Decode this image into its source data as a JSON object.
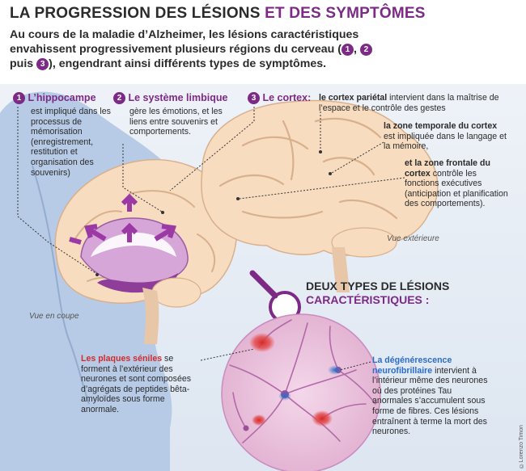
{
  "title": {
    "part1": "LA PROGRESSION DES LÉSIONS",
    "part2": "ET DES SYMPTÔMES"
  },
  "intro": {
    "before": "Au cours de la maladie d’Alzheimer, les lésions caractéristiques envahissent progressivement plusieurs régions du cerveau (",
    "n1": "1",
    "sep1": ", ",
    "n2": "2",
    "sep2": " puis ",
    "n3": "3",
    "after": "), engendrant ainsi différents types de symptômes."
  },
  "sections": {
    "hippocampe": {
      "num": "1",
      "title": "L’hippocampe",
      "text": "est impliqué dans les processus de mémorisation (enregistrement, restitution et organisation des souvenirs)"
    },
    "limbique": {
      "num": "2",
      "title": "Le système limbique",
      "text": "gère les émotions, et les liens entre souvenirs et comportements."
    },
    "cortex": {
      "num": "3",
      "title": "Le cortex:"
    }
  },
  "cortex_details": {
    "parietal_bold": "le cortex pariétal",
    "parietal_text": " intervient dans la maîtrise de l’espace et le contrôle des gestes",
    "temporal_bold": "la zone temporale du cortex",
    "temporal_text": " est impliquée dans le langage et la mémoire,",
    "frontal_prefix": "et la ",
    "frontal_bold": "zone frontale du cortex",
    "frontal_text": " contrôle les fonctions exécutives (anticipation et planification des comportements)."
  },
  "captions": {
    "exterior": "Vue extérieure",
    "section": "Vue en coupe"
  },
  "lesions": {
    "title_line1": "DEUX TYPES DE LÉSIONS",
    "title_line2": "CARACTÉRISTIQUES :",
    "plaques_title": "Les plaques séniles",
    "plaques_text": " se forment à l’extérieur des neurones et sont composées d’agrégats de peptides bêta-amyloïdes sous forme anormale.",
    "degen_title": "La dégénérescence neurofibrillaire",
    "degen_text": " intervient à l’intérieur même des neurones où des protéines Tau anormales s’accumulent sous forme de fibres. Ces lésions entraînent à terme la mort des neurones."
  },
  "credit": "©Lorenzo Timon",
  "colors": {
    "accent": "#7c2a85",
    "plaque": "#d42a2a",
    "tangle": "#2a6ec9",
    "brain": "#f7dcc0",
    "head": "#b7cbe6"
  }
}
